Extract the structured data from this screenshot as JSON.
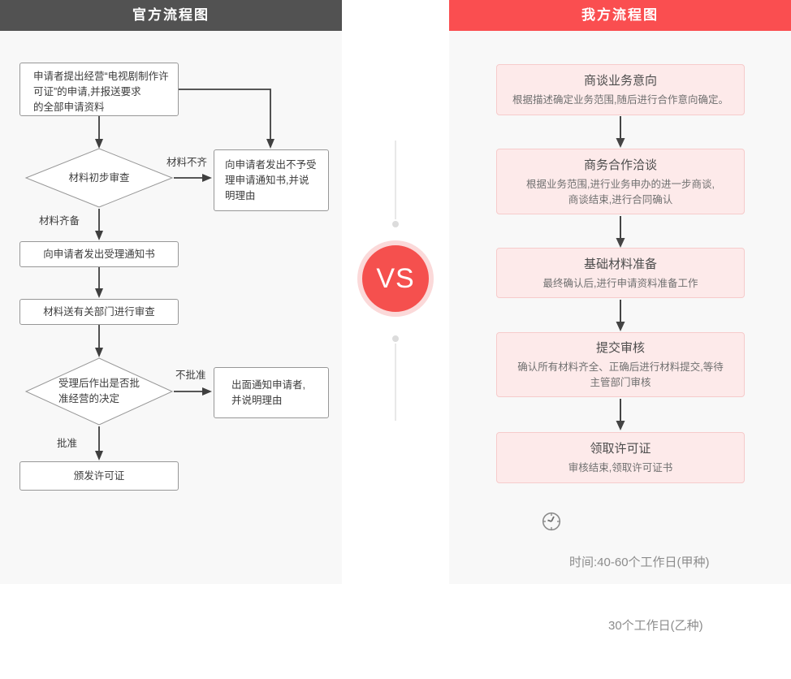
{
  "left_panel": {
    "header": "官方流程图",
    "nodes": {
      "apply": "申请者提出经营“电视剧制作许\n可证”的申请,并报送要求\n的全部申请资料",
      "decision1": "材料初步审查",
      "reject_notice": "向申请者发出不予受\n理申请通知书,并说\n明理由",
      "accept_notice": "向申请者发出受理通知书",
      "review": "材料送有关部门进行审查",
      "decision2": "受理后作出是否批\n准经营的决定",
      "deny_notice": "出面通知申请者,\n并说明理由",
      "issue": "颁发许可证"
    },
    "labels": {
      "incomplete": "材料不齐",
      "complete": "材料齐备",
      "not_approved": "不批准",
      "approved": "批准"
    }
  },
  "divider": {
    "vs": "VS"
  },
  "right_panel": {
    "header": "我方流程图",
    "steps": [
      {
        "title": "商谈业务意向",
        "desc": "根据描述确定业务范围,随后进行合作意向确定。"
      },
      {
        "title": "商务合作洽谈",
        "desc": "根据业务范围,进行业务申办的进一步商谈,\n商谈结束,进行合同确认"
      },
      {
        "title": "基础材料准备",
        "desc": "最终确认后,进行申请资料准备工作"
      },
      {
        "title": "提交审核",
        "desc": "确认所有材料齐全、正确后进行材料提交,等待\n主管部门审核"
      },
      {
        "title": "领取许可证",
        "desc": "审核结束,领取许可证书"
      }
    ],
    "time_note": {
      "line1": "时间:40-60个工作日(甲种)",
      "line2": "30个工作日(乙种)"
    }
  },
  "colors": {
    "official_header_bg": "#525252",
    "ours_header_bg": "#fa4e50",
    "vs_circle": "#f5504e",
    "vs_ring": "#fbd9d9",
    "step_box_bg": "#fdeaea",
    "step_box_border": "#f6cbcb",
    "panel_bg": "#f8f8f8",
    "arrow": "#3f3f3f"
  }
}
